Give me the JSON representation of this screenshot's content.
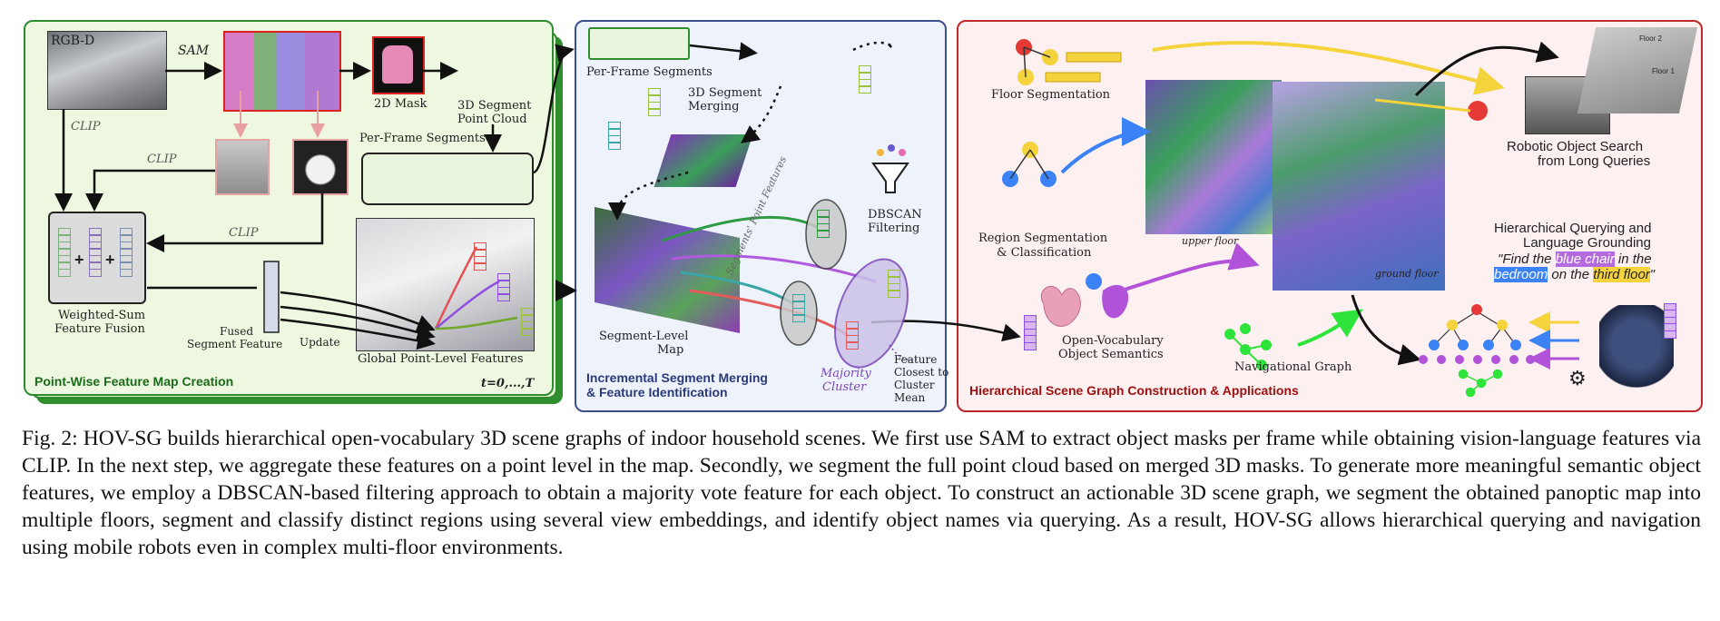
{
  "panel1": {
    "title": "Point-Wise Feature Map Creation",
    "time_label": "t=0,...,T",
    "rgbd": "RGB-D",
    "sam": "SAM",
    "mask2d": "2D Mask",
    "seg3d_line1": "3D Segment",
    "seg3d_line2": "Point Cloud",
    "clip_1": "CLIP",
    "clip_2": "CLIP",
    "clip_3": "CLIP",
    "per_frame": "Per-Frame Segments",
    "fusion_line1": "Weighted-Sum",
    "fusion_line2": "Feature Fusion",
    "fused_line1": "Fused",
    "fused_line2": "Segment Feature",
    "update": "Update",
    "global": "Global Point-Level Features"
  },
  "panel2": {
    "title_line1": "Incremental Segment Merging",
    "title_line2": "& Feature Identification",
    "per_frame": "Per-Frame Segments",
    "merge_line1": "3D Segment",
    "merge_line2": "Merging",
    "dbscan_line1": "DBSCAN",
    "dbscan_line2": "Filtering",
    "seg_map_line1": "Segment-Level",
    "seg_map_line2": "Map",
    "seg_feat": "Segments' Point Features",
    "majority_line1": "Majority",
    "majority_line2": "Cluster",
    "closest_line1": "Feature",
    "closest_line2": "Closest to",
    "closest_line3": "Cluster",
    "closest_line4": "Mean"
  },
  "panel3": {
    "title": "Hierarchical Scene Graph Construction & Applications",
    "floor_seg": "Floor Segmentation",
    "region_line1": "Region Segmentation",
    "region_line2": "& Classification",
    "upper_floor": "upper floor",
    "ground_floor": "ground floor",
    "object_line1": "Open-Vocabulary",
    "object_line2": "Object Semantics",
    "nav_graph": "Navigational Graph",
    "robot_line1": "Robotic Object Search",
    "robot_line2": "from Long Queries",
    "hq_line1": "Hierarchical Querying and",
    "hq_line2": "Language Grounding",
    "q_p1": "\"Find the ",
    "q_h1": "blue chair",
    "q_p2": " in the",
    "q_h2": "bedroom",
    "q_p3": " on the ",
    "q_h3": "third floor",
    "q_p4": "\"",
    "floor2": "Floor 2",
    "floor1": "Floor 1"
  },
  "caption": "Fig. 2: HOV-SG builds hierarchical open-vocabulary 3D scene graphs of indoor household scenes. We first use SAM to extract object masks per frame while obtaining vision-language features via CLIP. In the next step, we aggregate these features on a point level in the map. Secondly, we segment the full point cloud based on merged 3D masks. To generate more meaningful semantic object features, we employ a DBSCAN-based filtering approach to obtain a majority vote feature for each object. To construct an actionable 3D scene graph, we segment the obtained panoptic map into multiple floors, segment and classify distinct regions using several view embeddings, and identify object names via querying. As a result, HOV-SG allows hierarchical querying and navigation using mobile robots even in complex multi-floor environments.",
  "colors": {
    "panel1_fill": "#eef7df",
    "panel1_border": "#2e8b2e",
    "panel2_fill": "#edf2fb",
    "panel2_border": "#3b4f8a",
    "panel3_fill": "#fdf0f0",
    "panel3_border": "#c0282a"
  }
}
